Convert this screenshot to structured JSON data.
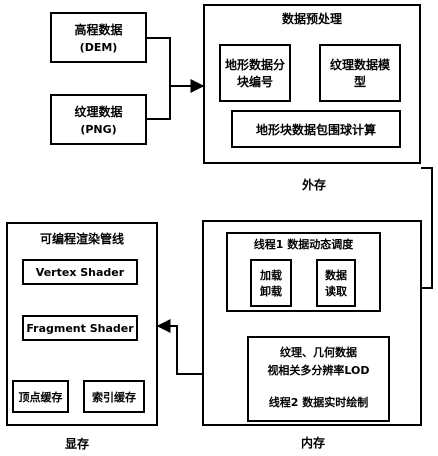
{
  "inputs": {
    "dem_line1": "高程数据",
    "dem_line2": "(DEM)",
    "png_line1": "纹理数据",
    "png_line2": "(PNG)"
  },
  "preprocess": {
    "title": "数据预处理",
    "block_partition": "地形数据分块编号",
    "texture_model": "纹理数据模型",
    "bounding_sphere": "地形块数据包围球计算",
    "caption": "外存"
  },
  "memory": {
    "thread1_title": "线程1 数据动态调度",
    "load_unload": "加载卸载",
    "data_read": "数据读取",
    "lod_line1": "纹理、几何数据",
    "lod_line2": "视相关多分辨率LOD",
    "thread2_title": "线程2 数据实时绘制",
    "caption": "内存"
  },
  "gpu": {
    "title": "可编程渲染管线",
    "vertex_shader": "Vertex Shader",
    "fragment_shader": "Fragment Shader",
    "vertex_cache": "顶点缓存",
    "index_cache": "索引缓存",
    "caption": "显存"
  }
}
